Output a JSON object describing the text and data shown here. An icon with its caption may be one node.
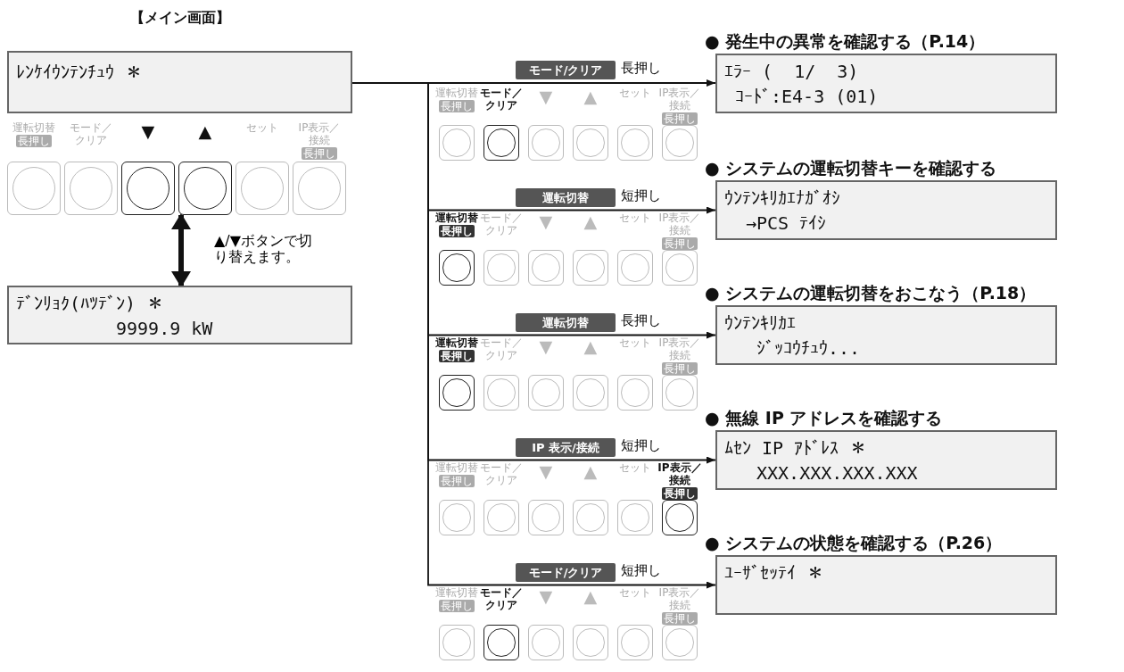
{
  "diagram": {
    "nodes": [
      {
        "text": [
          "【メイン画面】",
          "ﾚﾝｹｲｳﾝﾃﾝﾁｭｳ ＊"
        ]
      },
      {
        "text": [
          "ﾃﾞﾝﾘｮｸ(ﾊﾂﾃﾞﾝ) ＊",
          "9999.9 kW"
        ]
      },
      {
        "text": [
          "● 発生中の異常を確認する（P.14）",
          "ｴﾗｰ (  1/  3)",
          "ｺｰﾄﾞ:E4-3 (01)"
        ]
      },
      {
        "text": [
          "● システムの運転切替キーを確認する",
          "ｳﾝﾃﾝｷﾘｶｴﾅｶﾞｵｼ",
          "→PCS ﾃｲｼ"
        ]
      },
      {
        "text": [
          "● システムの運転切替をおこなう（P.18）",
          "ｳﾝﾃﾝｷﾘｶｴ",
          "ｼﾞｯｺｳﾁｭｳ..."
        ]
      },
      {
        "text": [
          "● 無線 IP アドレスを確認する",
          "ﾑｾﾝ IP ｱﾄﾞﾚｽ ＊",
          "XXX.XXX.XXX.XXX"
        ]
      },
      {
        "text": [
          "● システムの状態を確認する（P.26）",
          "ﾕｰｻﾞｾｯﾃｲ ＊"
        ]
      }
    ],
    "edges": [
      {
        "from": 0,
        "to": 1,
        "arrow": "both",
        "label": "▲/▼ボタンで切り替えます。",
        "style": "thick"
      },
      {
        "from": 0,
        "to": 2,
        "arrow": "to",
        "label": "モード/クリア 長押し"
      },
      {
        "from": 0,
        "to": 3,
        "arrow": "to",
        "label": "運転切替 短押し"
      },
      {
        "from": 0,
        "to": 4,
        "arrow": "to",
        "label": "運転切替 長押し"
      },
      {
        "from": 0,
        "to": 5,
        "arrow": "to",
        "label": "IP 表示/接続 短押し"
      },
      {
        "from": 0,
        "to": 6,
        "arrow": "to",
        "label": "モード/クリア 短押し"
      }
    ],
    "labels": [
      "運転切替",
      "長押し",
      "モード／クリア",
      "▼",
      "▲",
      "セット",
      "IP表示／接続",
      "長押し",
      "運転切替",
      "長押し",
      "モード／クリア",
      "▼",
      "▲",
      "セット",
      "IP表示／接続",
      "長押し",
      "運転切替",
      "長押し",
      "モード／クリア",
      "▼",
      "▲",
      "セット",
      "IP表示／接続",
      "長押し",
      "運転切替",
      "長押し",
      "モード／クリア",
      "▼",
      "▲",
      "セット",
      "IP表示／接続",
      "長押し",
      "運転切替",
      "長押し",
      "モード／クリア",
      "▼",
      "▲",
      "セット",
      "IP表示／接続",
      "長押し",
      "運転切替",
      "長押し",
      "モード／クリア",
      "▼",
      "▲",
      "セット",
      "IP表示／接続",
      "長押し"
    ]
  }
}
